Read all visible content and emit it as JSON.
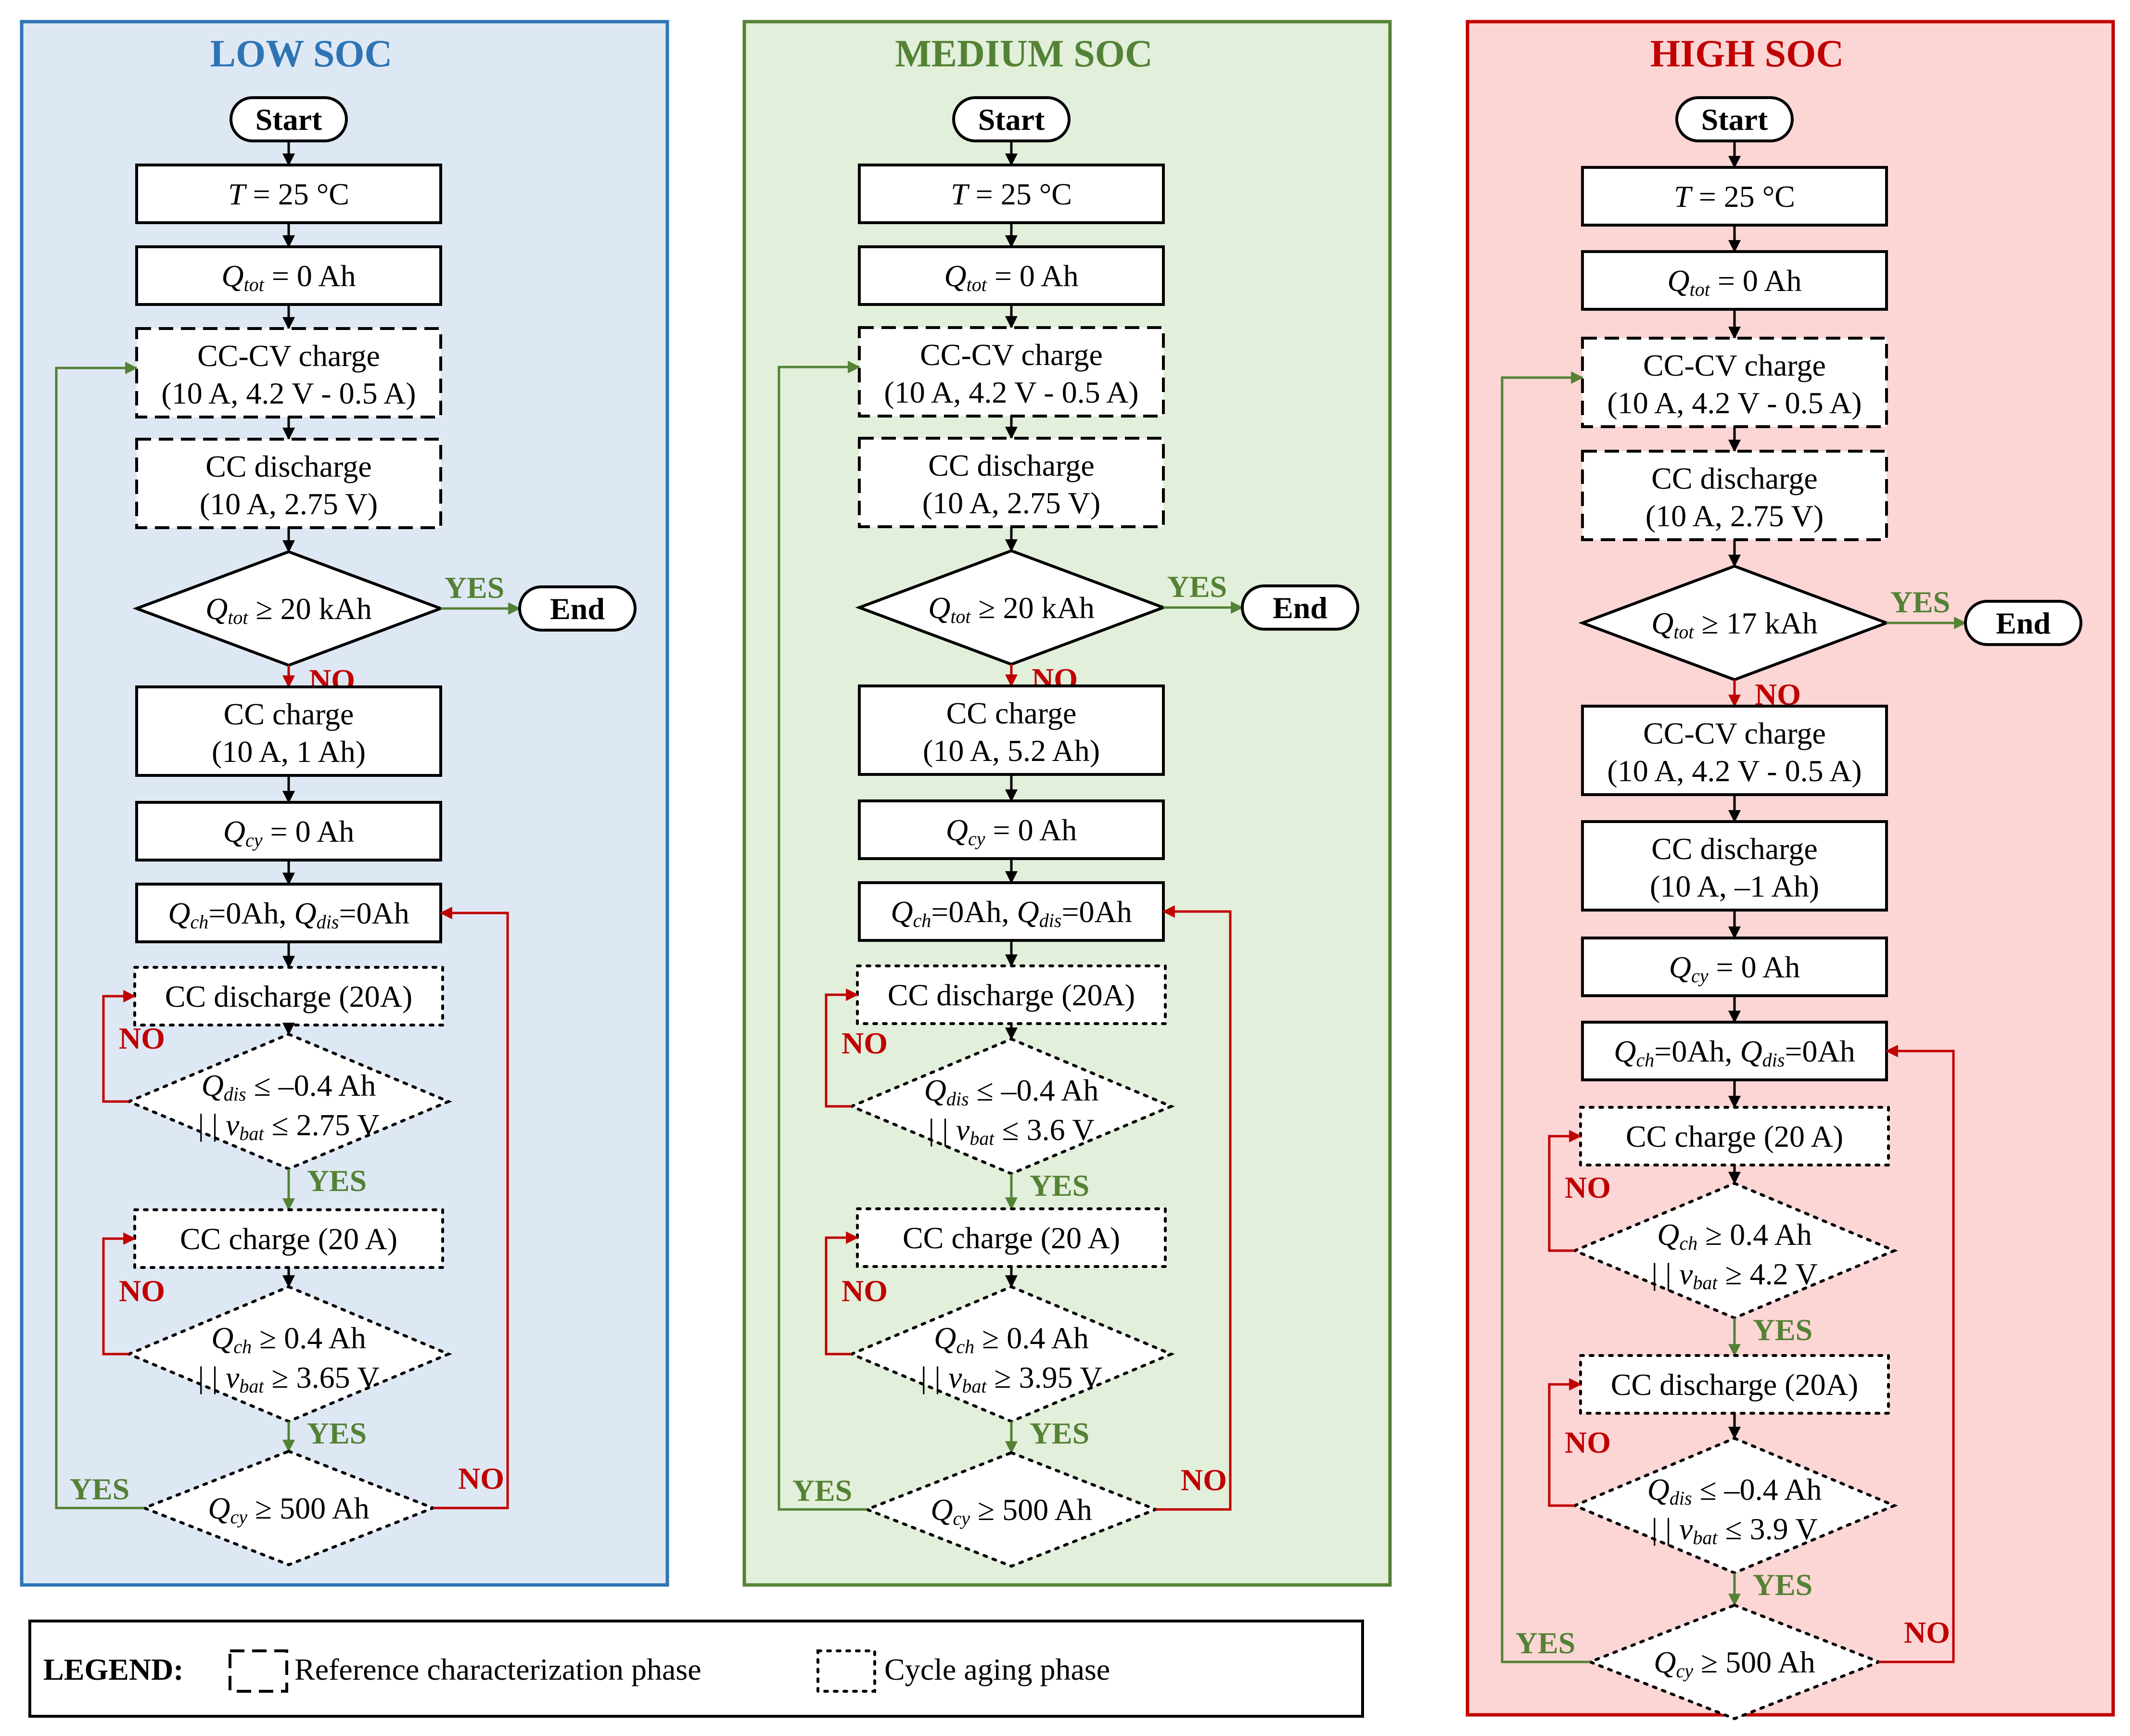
{
  "colors": {
    "low_bg": "#dee8f4",
    "low_border": "#2e74b5",
    "low_title": "#2e74b5",
    "med_bg": "#e2efda",
    "med_border": "#548235",
    "med_title": "#548235",
    "high_bg": "#fcd5d5",
    "high_border": "#c00000",
    "high_title": "#c00000",
    "yes": "#548235",
    "no": "#c00000",
    "line": "#000000"
  },
  "panels": [
    {
      "title": "LOW SOC",
      "start": "Start",
      "temp": {
        "T": "T",
        "rest": " = 25 °C"
      },
      "qtot_init": {
        "Q": "Q",
        "sub": "tot",
        "rest": " = 0 Ah"
      },
      "ref_charge": {
        "line1": "CC-CV charge",
        "line2": "(10 A, 4.2 V - 0.5 A)"
      },
      "ref_discharge": {
        "line1": "CC discharge",
        "line2": "(10 A, 2.75 V)"
      },
      "end_cond": {
        "Q": "Q",
        "sub": "tot",
        "rest": " ≥  20 kAh"
      },
      "end": "End",
      "soc_set_1": {
        "line1": "CC charge",
        "line2": "(10 A, 1 Ah)"
      },
      "qcy_init": {
        "Q": "Q",
        "sub": "cy",
        "rest": " = 0 Ah"
      },
      "qreset": {
        "Q1": "Q",
        "sub1": "ch",
        "mid": "=0Ah, ",
        "Q2": "Q",
        "sub2": "dis",
        "rest": "=0Ah"
      },
      "step1": "CC discharge (20A)",
      "cond1": {
        "Q": "Q",
        "sub": "dis",
        "rest": " ≤ –0.4 Ah",
        "pre2": "| | ",
        "v": "v",
        "vsub": "bat",
        "rest2": " ≤ 2.75 V"
      },
      "step2": "CC charge (20 A)",
      "cond2": {
        "Q": "Q",
        "sub": "ch",
        "rest": " ≥ 0.4 Ah",
        "pre2": "| | ",
        "v": "v",
        "vsub": "bat",
        "rest2": " ≥ 3.65 V"
      },
      "loop_cond": {
        "Q": "Q",
        "sub": "cy",
        "rest": " ≥  500 Ah"
      },
      "yes": "YES",
      "no": "NO"
    },
    {
      "title": "MEDIUM SOC",
      "start": "Start",
      "temp": {
        "T": "T",
        "rest": " = 25 °C"
      },
      "qtot_init": {
        "Q": "Q",
        "sub": "tot",
        "rest": " = 0 Ah"
      },
      "ref_charge": {
        "line1": "CC-CV charge",
        "line2": "(10 A, 4.2 V - 0.5 A)"
      },
      "ref_discharge": {
        "line1": "CC discharge",
        "line2": "(10 A, 2.75 V)"
      },
      "end_cond": {
        "Q": "Q",
        "sub": "tot",
        "rest": " ≥  20 kAh"
      },
      "end": "End",
      "soc_set_1": {
        "line1": "CC charge",
        "line2": "(10 A, 5.2 Ah)"
      },
      "qcy_init": {
        "Q": "Q",
        "sub": "cy",
        "rest": " = 0 Ah"
      },
      "qreset": {
        "Q1": "Q",
        "sub1": "ch",
        "mid": "=0Ah, ",
        "Q2": "Q",
        "sub2": "dis",
        "rest": "=0Ah"
      },
      "step1": "CC discharge (20A)",
      "cond1": {
        "Q": "Q",
        "sub": "dis",
        "rest": " ≤ –0.4 Ah",
        "pre2": "| | ",
        "v": "v",
        "vsub": "bat",
        "rest2": " ≤ 3.6 V"
      },
      "step2": "CC charge (20 A)",
      "cond2": {
        "Q": "Q",
        "sub": "ch",
        "rest": " ≥ 0.4 Ah",
        "pre2": "| | ",
        "v": "v",
        "vsub": "bat",
        "rest2": " ≥ 3.95 V"
      },
      "loop_cond": {
        "Q": "Q",
        "sub": "cy",
        "rest": " ≥  500 Ah"
      },
      "yes": "YES",
      "no": "NO"
    },
    {
      "title": "HIGH SOC",
      "start": "Start",
      "temp": {
        "T": "T",
        "rest": " = 25 °C"
      },
      "qtot_init": {
        "Q": "Q",
        "sub": "tot",
        "rest": " = 0 Ah"
      },
      "ref_charge": {
        "line1": "CC-CV charge",
        "line2": "(10 A, 4.2 V - 0.5 A)"
      },
      "ref_discharge": {
        "line1": "CC discharge",
        "line2": "(10 A, 2.75 V)"
      },
      "end_cond": {
        "Q": "Q",
        "sub": "tot",
        "rest": " ≥  17 kAh"
      },
      "end": "End",
      "soc_set_1": {
        "line1": "CC-CV charge",
        "line2": "(10 A, 4.2 V - 0.5 A)"
      },
      "soc_set_2": {
        "line1": "CC discharge",
        "line2": "(10 A, –1 Ah)"
      },
      "qcy_init": {
        "Q": "Q",
        "sub": "cy",
        "rest": " = 0 Ah"
      },
      "qreset": {
        "Q1": "Q",
        "sub1": "ch",
        "mid": "=0Ah, ",
        "Q2": "Q",
        "sub2": "dis",
        "rest": "=0Ah"
      },
      "step1": "CC charge (20 A)",
      "cond1": {
        "Q": "Q",
        "sub": "ch",
        "rest": " ≥ 0.4 Ah",
        "pre2": "| | ",
        "v": "v",
        "vsub": "bat",
        "rest2": " ≥ 4.2 V"
      },
      "step2": "CC discharge (20A)",
      "cond2": {
        "Q": "Q",
        "sub": "dis",
        "rest": " ≤ –0.4 Ah",
        "pre2": "| | ",
        "v": "v",
        "vsub": "bat",
        "rest2": " ≤ 3.9 V"
      },
      "loop_cond": {
        "Q": "Q",
        "sub": "cy",
        "rest": " ≥  500 Ah"
      },
      "yes": "YES",
      "no": "NO"
    }
  ],
  "legend": {
    "title": "LEGEND:",
    "dashed_label": "Reference characterization phase",
    "dotted_label": "Cycle aging phase"
  }
}
